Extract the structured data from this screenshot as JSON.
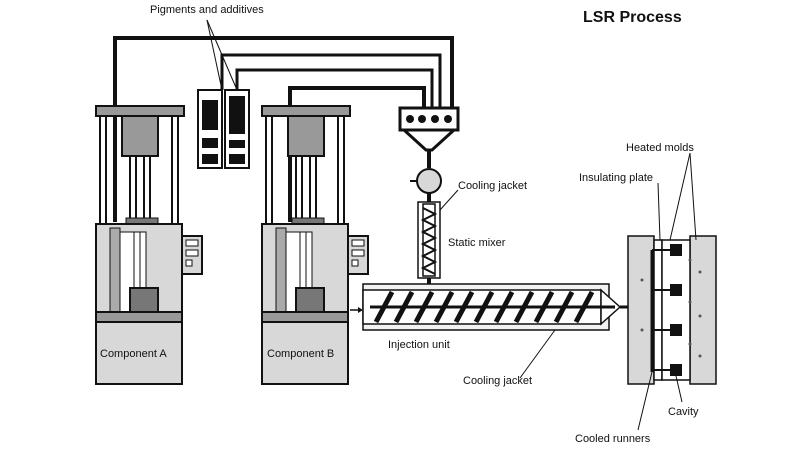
{
  "title": "LSR Process",
  "labels": {
    "pigments": "Pigments and additives",
    "cooling_jacket_top": "Cooling jacket",
    "static_mixer": "Static mixer",
    "injection_unit": "Injection unit",
    "cooling_jacket_bottom": "Cooling jacket",
    "heated_molds": "Heated molds",
    "insulating_plate": "Insulating plate",
    "cavity": "Cavity",
    "cooled_runners": "Cooled runners",
    "component_a": "Component A",
    "component_b": "Component B"
  },
  "colors": {
    "line": "#111111",
    "machine_fill": "#d8d8d8",
    "dark_fill": "#1a1a1a",
    "light_fill": "#f2f2f2"
  }
}
